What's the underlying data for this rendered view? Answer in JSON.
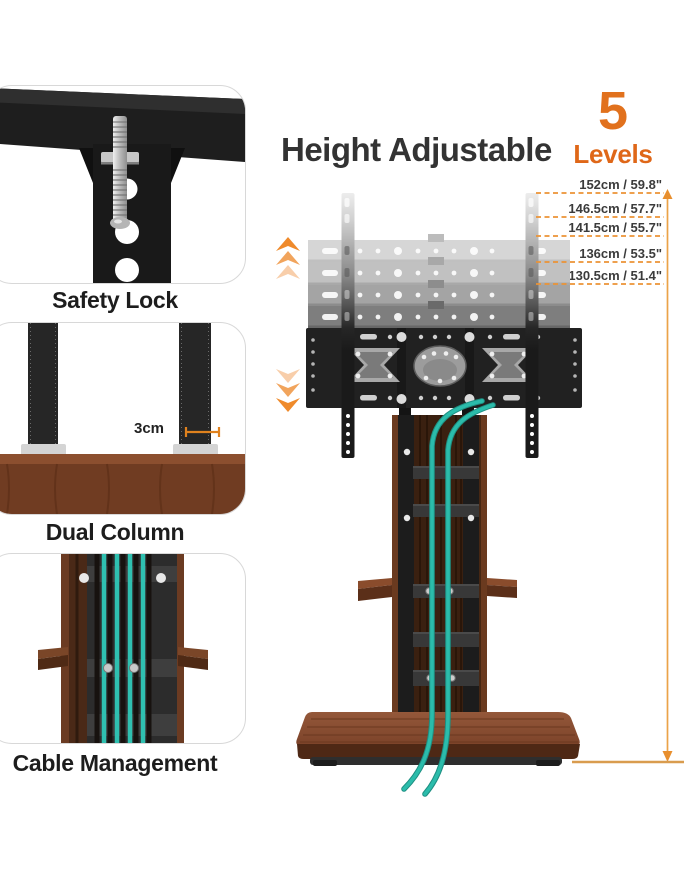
{
  "header": {
    "title": "Height Adjustable",
    "levels_number": "5",
    "levels_label": "Levels"
  },
  "features": [
    {
      "label": "Safety Lock"
    },
    {
      "label": "Dual Column"
    },
    {
      "label": "Cable Management"
    }
  ],
  "measurements": [
    {
      "label": "152cm / 59.8\""
    },
    {
      "label": "146.5cm / 57.7\""
    },
    {
      "label": "141.5cm / 55.7\""
    },
    {
      "label": "136cm / 53.5\""
    },
    {
      "label": "130.5cm / 51.4\""
    }
  ],
  "annotations": {
    "column_gap": "3cm"
  },
  "colors": {
    "accent_orange": "#e1711d",
    "dimension_line": "#eb9335",
    "cable_teal": "#2bbcab",
    "wood_brown": "#6e3a21",
    "title_text": "#333333"
  }
}
